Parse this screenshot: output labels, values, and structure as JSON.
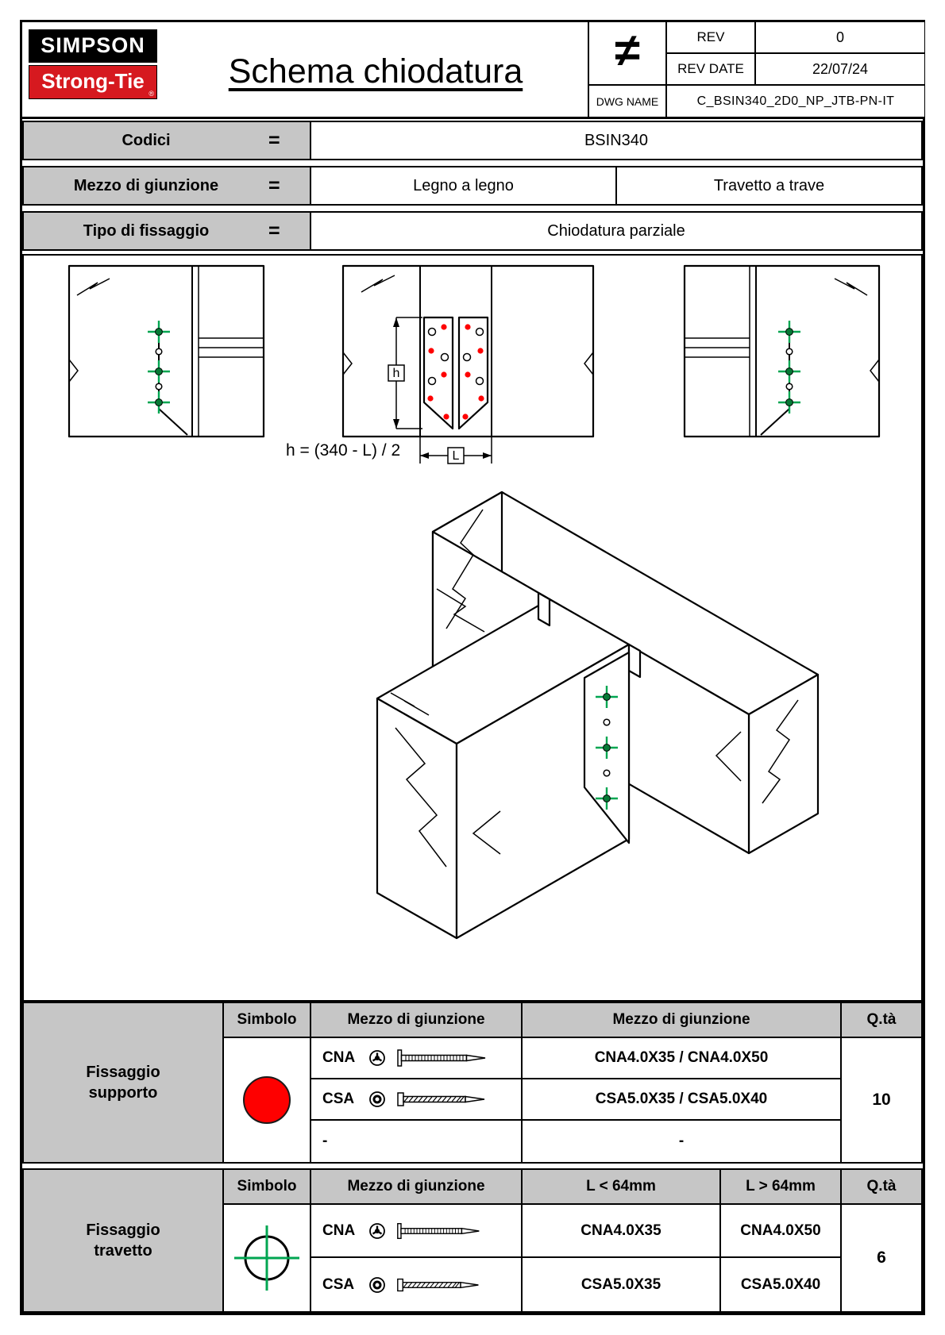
{
  "colors": {
    "accent_red": "#fe0000",
    "marker_green": "#00a651",
    "header_gray": "#c6c6c6",
    "logo_red": "#d6191f"
  },
  "header": {
    "logo": {
      "simpson": "SIMPSON",
      "strong_tie": "Strong-Tie",
      "registered": "®"
    },
    "title": "Schema chiodatura",
    "projection_symbol": "≠",
    "rev_label": "REV",
    "rev_value": "0",
    "rev_date_label": "REV DATE",
    "rev_date_value": "22/07/24",
    "dwg_name_label": "DWG NAME",
    "dwg_name_value": "C_BSIN340_2D0_NP_JTB-PN-IT"
  },
  "info": {
    "equals": "=",
    "rows": [
      {
        "label": "Codici",
        "values": [
          "BSIN340"
        ]
      },
      {
        "label": "Mezzo di giunzione",
        "values": [
          "Legno a legno",
          "Travetto a trave"
        ]
      },
      {
        "label": "Tipo di fissaggio",
        "values": [
          "Chiodatura parziale"
        ]
      }
    ]
  },
  "diagram": {
    "formula": "h = (340 - L) / 2",
    "h_label": "h",
    "l_label": "L"
  },
  "support_table": {
    "title": "Fissaggio supporto",
    "col_symbol": "Simbolo",
    "col_fastener": "Mezzo di giunzione",
    "col_designation": "Mezzo di giunzione",
    "col_qty": "Q.tà",
    "rows": [
      {
        "fastener": "CNA",
        "designation": "CNA4.0X35 / CNA4.0X50"
      },
      {
        "fastener": "CSA",
        "designation": "CSA5.0X35 / CSA5.0X40"
      },
      {
        "fastener": "-",
        "designation": "-"
      }
    ],
    "qty": "10"
  },
  "joist_table": {
    "title": "Fissaggio travetto",
    "col_symbol": "Simbolo",
    "col_fastener": "Mezzo di giunzione",
    "col_l_small": "L < 64mm",
    "col_l_large": "L > 64mm",
    "col_qty": "Q.tà",
    "rows": [
      {
        "fastener": "CNA",
        "l_small": "CNA4.0X35",
        "l_large": "CNA4.0X50"
      },
      {
        "fastener": "CSA",
        "l_small": "CSA5.0X35",
        "l_large": "CSA5.0X40"
      }
    ],
    "qty": "6"
  }
}
